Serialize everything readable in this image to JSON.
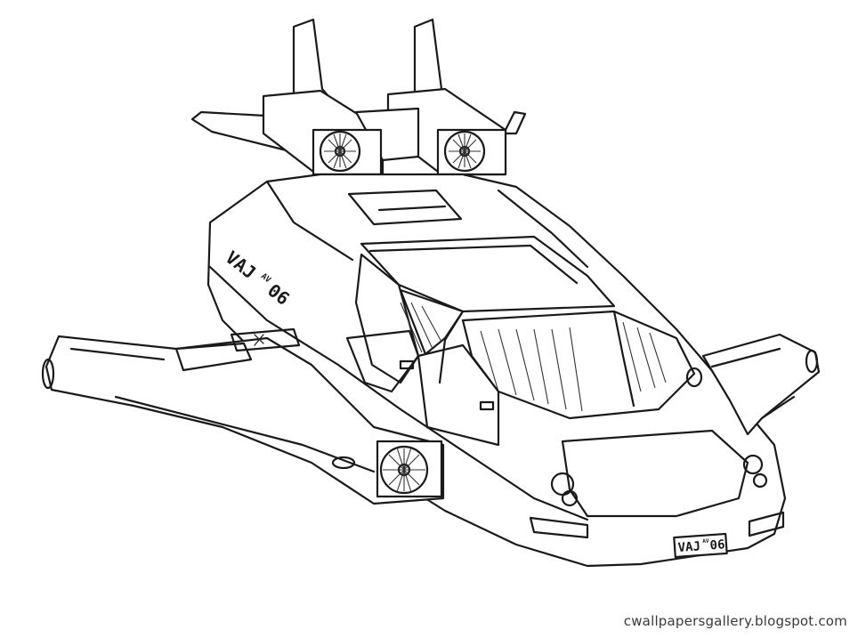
{
  "drawing": {
    "side_marking": "VAJ",
    "side_marking_sup": "AV",
    "side_number": "06",
    "plate_marking": "VAJ",
    "plate_marking_sup": "AV",
    "plate_number": "06"
  },
  "watermark": "cwallpapersgallery.blogspot.com"
}
